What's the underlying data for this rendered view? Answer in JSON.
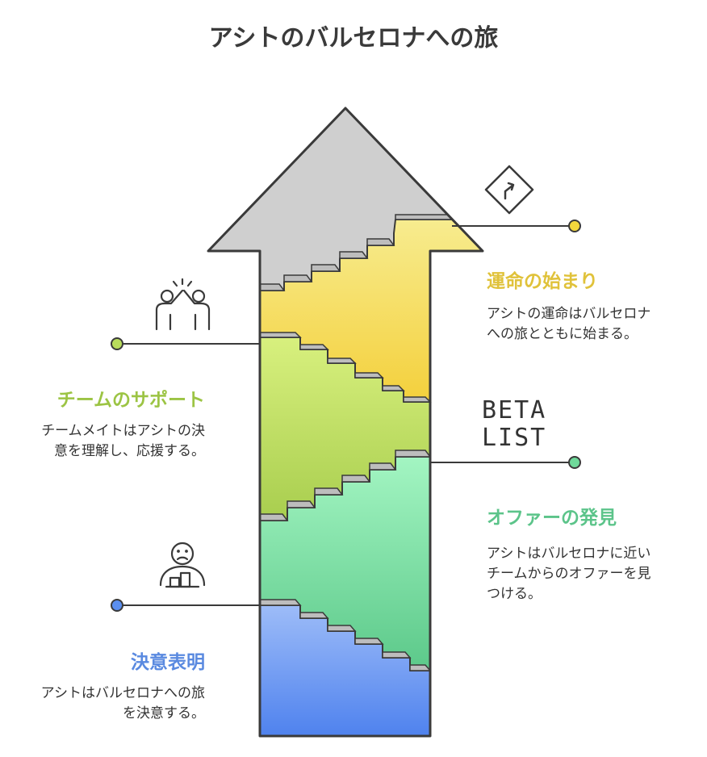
{
  "title": "アシトのバルセロナへの旅",
  "colors": {
    "arrow_head": "#c8c8c8",
    "yellow": "#f5d84a",
    "lime": "#b5d65a",
    "green": "#6fd99a",
    "blue": "#5b8ff0",
    "line": "#3a3a3a",
    "heading_yellow": "#e0c23a",
    "heading_lime": "#9cc444",
    "heading_green": "#5cc48a",
    "heading_blue": "#5a8ae0"
  },
  "steps": [
    {
      "id": "destiny",
      "heading": "運命の始まり",
      "desc_lines": [
        "アシトの運命はバルセロナ",
        "への旅とともに始まる。"
      ],
      "icon": "road-sign-icon"
    },
    {
      "id": "team-support",
      "heading": "チームのサポート",
      "desc_lines": [
        "チームメイトはアシトの決",
        "意を理解し、応援する。"
      ],
      "icon": "high-five-icon"
    },
    {
      "id": "offer",
      "heading": "オファーの発見",
      "desc_lines": [
        "アシトはバルセロナに近い",
        "チームからのオファーを見",
        "つける。"
      ],
      "icon": "beta-list-logo",
      "logo_lines": [
        "BETA",
        "LIST"
      ]
    },
    {
      "id": "decision",
      "heading": "決意表明",
      "desc_lines": [
        "アシトはバルセロナへの旅",
        "を決意する。"
      ],
      "icon": "person-at-desk-icon"
    }
  ]
}
